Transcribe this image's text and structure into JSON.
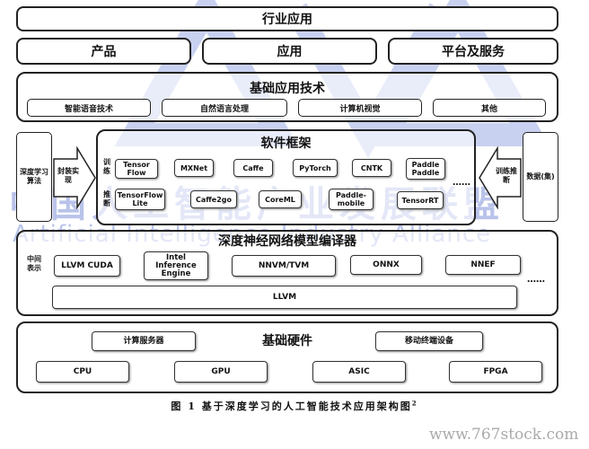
{
  "industry_app": "行业应用",
  "products": "产品",
  "applications": "应用",
  "platform_services": "平台及服务",
  "basic_app_tech": {
    "title": "基础应用技术",
    "items": [
      "智能语音技术",
      "自然语言处理",
      "计算机视觉",
      "其他"
    ]
  },
  "software_framework": {
    "title": "软件框架",
    "left_label": "深度学习算法",
    "encapsulate": "封装实现",
    "train_label": "训练",
    "infer_label": "推断",
    "train_items": [
      "Tensor Flow",
      "MXNet",
      "Caffe",
      "PyTorch",
      "CNTK",
      "Paddle Paddle"
    ],
    "infer_items": [
      "TensorFlow Lite",
      "Caffe2go",
      "CoreML",
      "Paddle-mobile",
      "TensorRT"
    ],
    "ellipsis": "……",
    "train_infer": "训练推断",
    "data_label": "数据(集)"
  },
  "compiler": {
    "title": "深度神经网络模型编译器",
    "ir_label": "中间表示",
    "items": [
      "LLVM CUDA",
      "Intel Inference Engine",
      "NNVM/TVM",
      "ONNX",
      "NNEF"
    ],
    "ellipsis": "……",
    "llvm": "LLVM"
  },
  "hardware": {
    "title": "基础硬件",
    "server": "计算服务器",
    "mobile": "移动终端设备",
    "chips": [
      "CPU",
      "GPU",
      "ASIC",
      "FPGA"
    ]
  },
  "caption": "图 1 基于深度学习的人工智能技术应用架构图",
  "caption_sup": "2",
  "watermark": {
    "cn": "中国人工智能产业发展联盟",
    "en": "Artificial Intelligence Industry Alliance",
    "url": "www.767stock.com"
  }
}
